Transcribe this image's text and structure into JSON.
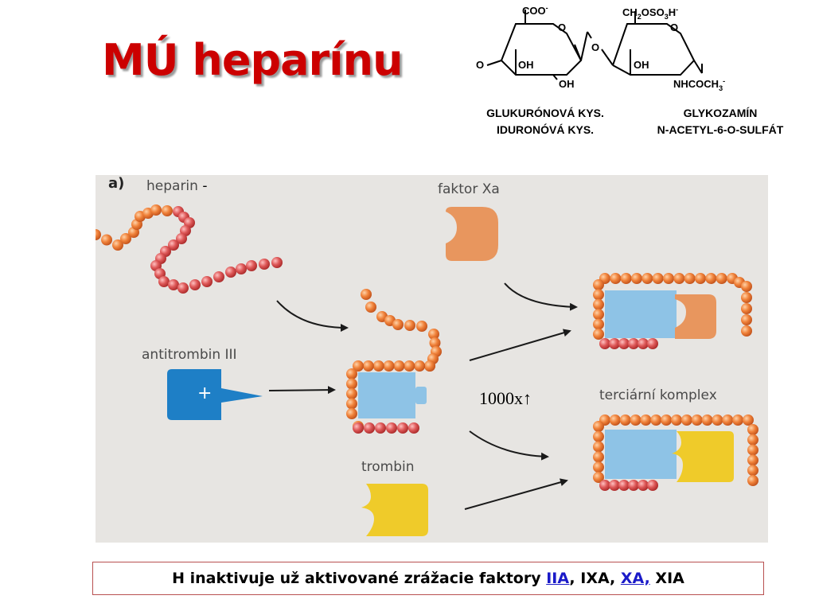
{
  "slide_title": "MÚ heparínu",
  "structure": {
    "coo": "COO",
    "coo_sup": "-",
    "ch2oso3": "CH",
    "ch2oso3_sub1": "2",
    "ch2oso3_mid": "OSO",
    "ch2oso3_sub2": "3",
    "ch2oso3_end": "H",
    "ch2oso3_sup": "-",
    "ring_o1": "O",
    "ring_o2": "O",
    "bridge_o": "O",
    "left_o": "O",
    "oh1": "OH",
    "oh2": "OH",
    "oh3": "OH",
    "nhcoch3": "NHCOCH",
    "nhcoch3_sub": "3",
    "nhcoch3_sup": "-",
    "left_name_1": "GLUKURÓNOVÁ  KYS.",
    "left_name_2": "IDURONÓVÁ  KYS.",
    "right_name_1": "GLYKOZAMÍN",
    "right_name_2": "N-ACETYL-6-O-SULFÁT"
  },
  "figure": {
    "panel_letter": "a)",
    "heparin": "heparin",
    "heparin_charge": "-",
    "factor_xa": "faktor Xa",
    "antithrombin": "antitrombin III",
    "antithrombin_charge": "+",
    "thrombin": "trombin",
    "ternary": "terciární komplex",
    "rate": "1000x↑"
  },
  "note": {
    "prefix": "H inaktivuje už aktivované zrážacie faktory ",
    "iia": "IIA",
    "sep1": ", IXA, ",
    "xa": "XA,",
    "suffix": " XIA"
  },
  "colors": {
    "title": "#cc0000",
    "bead_orange": "#ee7a2e",
    "bead_red": "#d94a4a",
    "antithrombin_blue": "#1e7fc6",
    "complex_blue": "#8ec3e6",
    "factor_xa": "#e8965e",
    "thrombin": "#efcb2a",
    "note_border": "#b85050",
    "link": "#1a1ac8"
  }
}
